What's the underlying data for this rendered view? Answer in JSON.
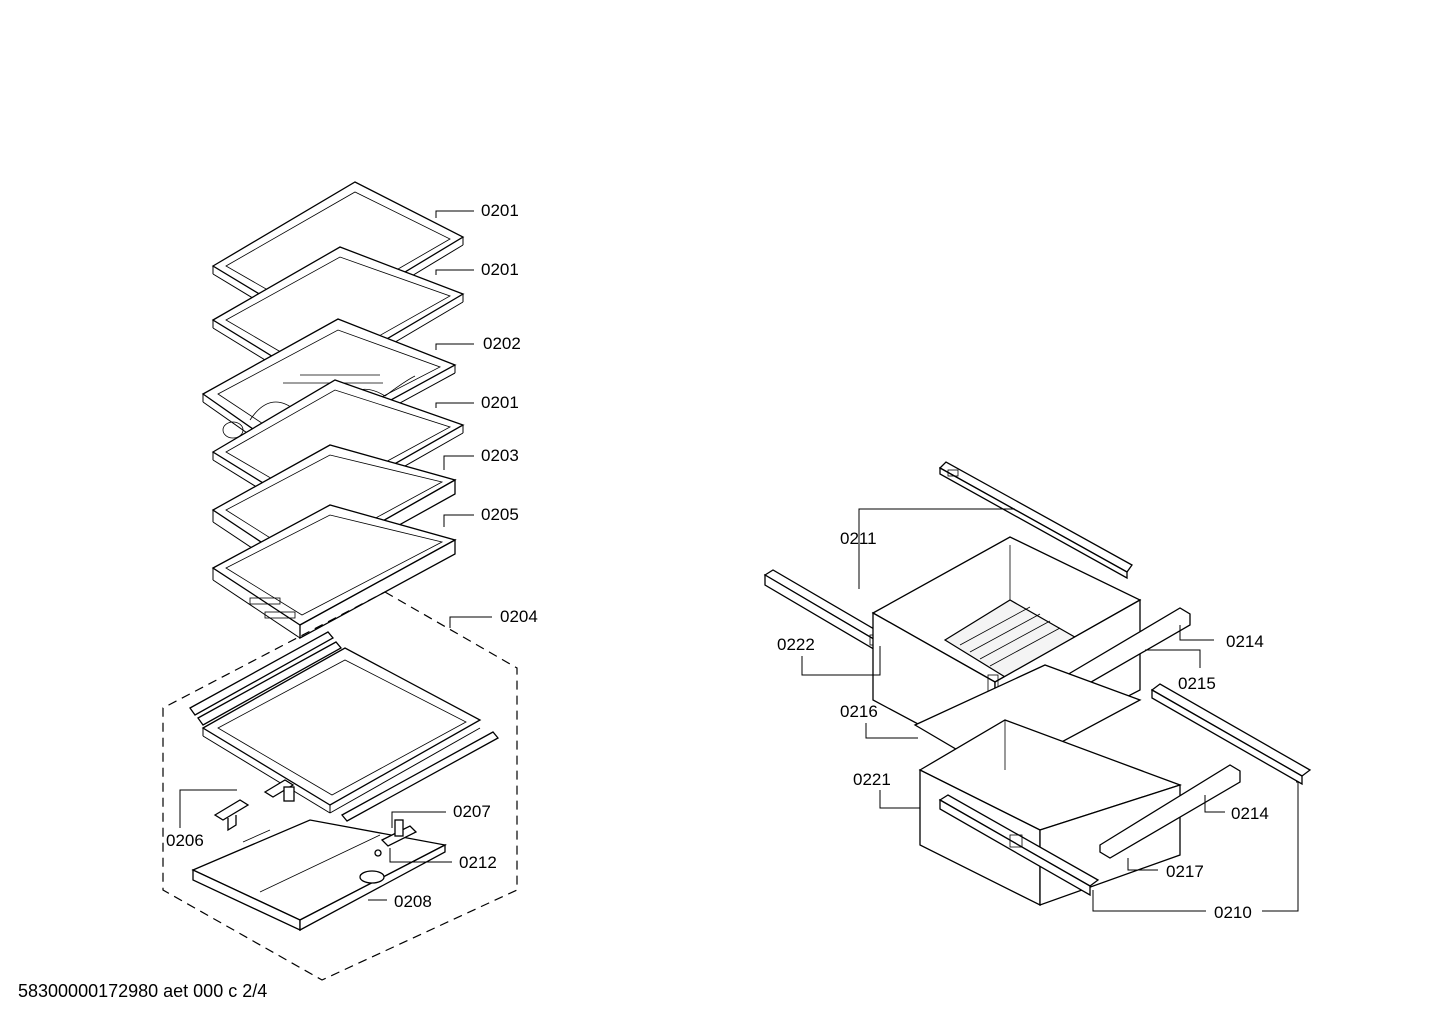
{
  "footer": {
    "text": "58300000172980 aet 000 c 2/4"
  },
  "callouts": {
    "c0201a": "0201",
    "c0201b": "0201",
    "c0202": "0202",
    "c0201c": "0201",
    "c0203": "0203",
    "c0205": "0205",
    "c0204": "0204",
    "c0207": "0207",
    "c0206": "0206",
    "c0212": "0212",
    "c0208": "0208",
    "c0211": "0211",
    "c0222": "0222",
    "c0214a": "0214",
    "c0215": "0215",
    "c0216": "0216",
    "c0221": "0221",
    "c0214b": "0214",
    "c0217": "0217",
    "c0210": "0210"
  }
}
